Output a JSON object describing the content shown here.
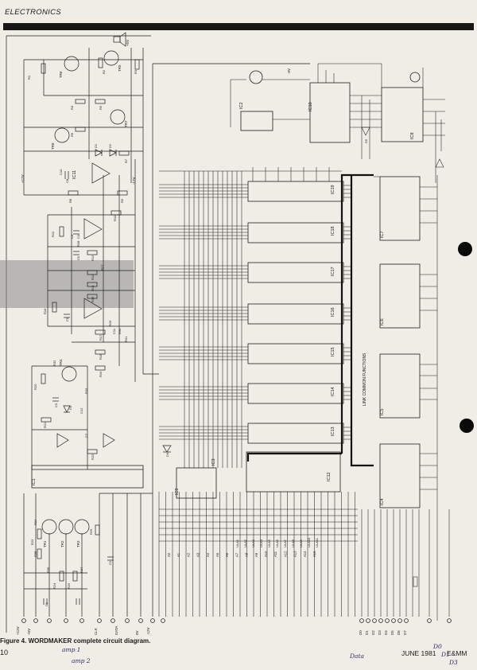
{
  "header": {
    "section": "ELECTRONICS"
  },
  "diagram": {
    "ic_labels": [
      "IC1",
      "IC2",
      "IC3",
      "IC4",
      "IC5",
      "IC6",
      "IC7",
      "IC8",
      "IC9",
      "IC10",
      "IC11",
      "IC12",
      "IC13",
      "IC14",
      "IC15",
      "IC16",
      "IC17",
      "IC18",
      "IC19"
    ],
    "transistors": [
      "TR1",
      "TR2",
      "TR3",
      "TR4",
      "TR5",
      "TR6",
      "TR7",
      "TR8"
    ],
    "power_rails": [
      "+12V",
      "+5V",
      "0V",
      "-12V"
    ],
    "supply_labels": [
      "+5V",
      "-12V",
      "+12V",
      "-5V"
    ],
    "address_lines": [
      "A0",
      "A1",
      "A2",
      "A3",
      "A4",
      "A5",
      "A6",
      "A7",
      "A8",
      "A9",
      "A10",
      "A11",
      "A12",
      "A13",
      "A14",
      "A15"
    ],
    "data_lines": [
      "D0",
      "D1",
      "D2",
      "D3",
      "D4",
      "D5",
      "D6",
      "D7"
    ],
    "control_lines": [
      "CLK",
      "DATA"
    ],
    "ula_lines": [
      "ULA1",
      "ULA2",
      "ULA3",
      "ULA4",
      "ULA5",
      "ULA6",
      "ULA7",
      "ULA8",
      "ULA9",
      "ULA10",
      "ULA11"
    ],
    "bus_note": "LINK COMMON FUNCTIONS",
    "resistor_labels": [
      "R1",
      "R2",
      "R3",
      "R4",
      "R5",
      "R6",
      "R7",
      "R8",
      "R9",
      "R10",
      "R11",
      "R12",
      "R13",
      "R14",
      "R15",
      "R16",
      "R17",
      "R18",
      "R19",
      "R20",
      "R21",
      "R22",
      "R23",
      "R24",
      "R25",
      "R26",
      "R27",
      "R28",
      "R29",
      "R30",
      "R31",
      "R32",
      "R33",
      "R34",
      "R35",
      "R36",
      "R37"
    ],
    "capacitor_labels": [
      "C1",
      "C2",
      "C3",
      "C4",
      "C5",
      "C6",
      "C7",
      "C8",
      "C9",
      "C10",
      "C11",
      "C12"
    ],
    "diode_labels": [
      "D1",
      "D2",
      "D3",
      "D4",
      "D5"
    ]
  },
  "caption": "Figure 4. WORDMAKER complete circuit diagram.",
  "footer": {
    "page_number": "10",
    "issue": "JUNE 1981",
    "magazine": "E&MM"
  },
  "handwriting": [
    "amp 1",
    "amp 2",
    "Data",
    "D0",
    "D1",
    "D3"
  ],
  "colors": {
    "paper": "#efede6",
    "ink": "#1b1b1b",
    "tape_marker": "#8a8a8a",
    "punch_hole": "#0a0a0a"
  }
}
